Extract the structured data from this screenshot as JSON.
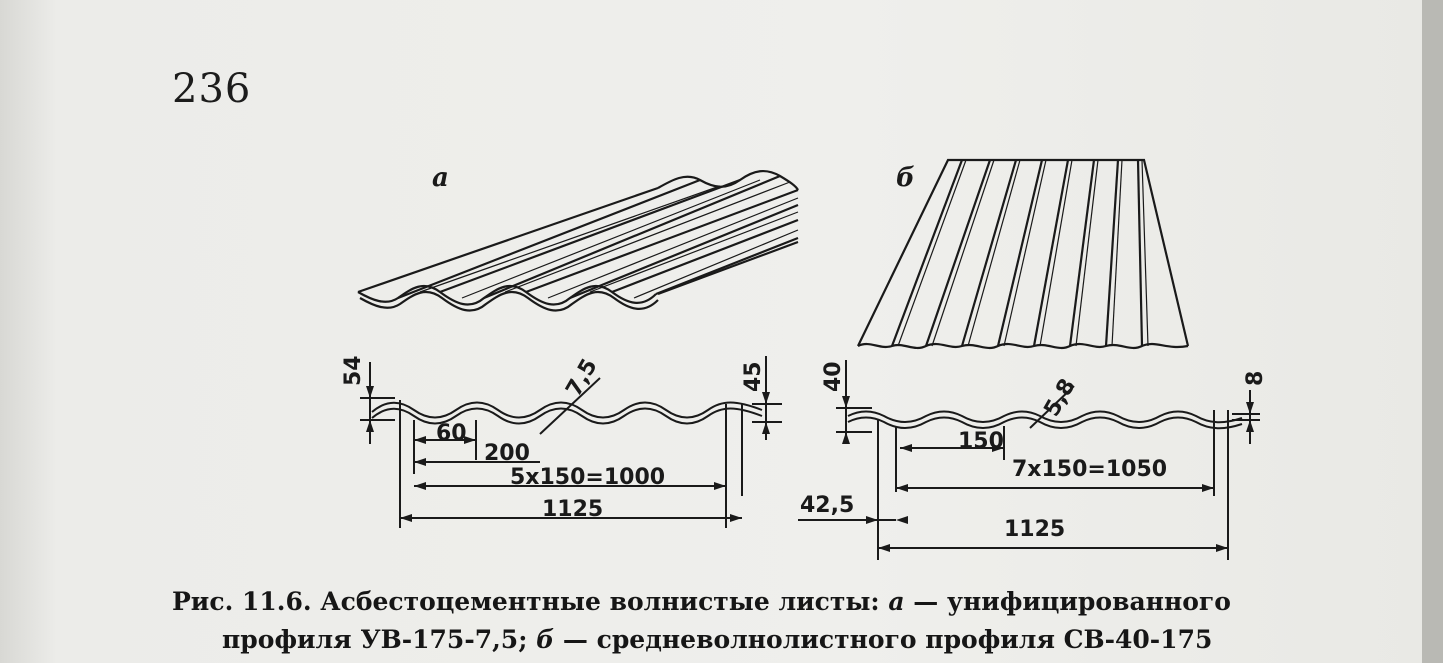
{
  "page_number": "236",
  "figure": {
    "panel_a_letter": "а",
    "panel_b_letter": "б",
    "panel_a_dims": {
      "height": "54",
      "thickness": "7,5",
      "height2": "45",
      "offset": "60",
      "half_pitch": "200",
      "waves": "5x150=1000",
      "total": "1125"
    },
    "panel_b_dims": {
      "height": "40",
      "thickness": "5,8",
      "height2": "8",
      "pitch": "150",
      "waves": "7x150=1050",
      "offset": "42,5",
      "total": "1125"
    }
  },
  "caption": {
    "prefix": "Рис. 11.6. Асбестоцементные волнистые листы: ",
    "a_letter": "а",
    "a_text": " — унифицированного",
    "line2_prefix": "профиля УВ-175-7,5; ",
    "b_letter": "б",
    "b_text": " — средневолнолистного профиля СВ-40-175"
  }
}
